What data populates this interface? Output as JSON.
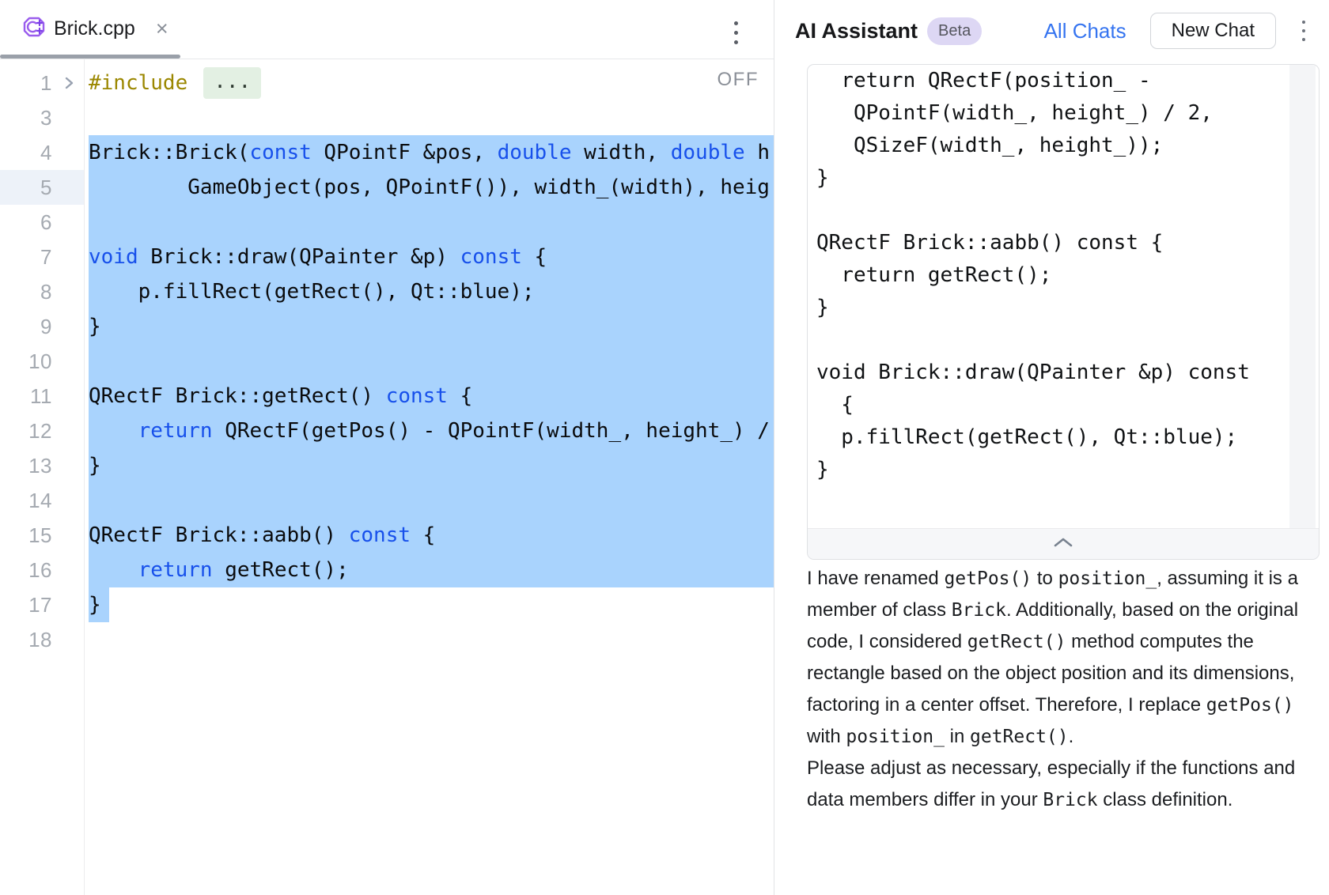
{
  "editor": {
    "tab": {
      "title": "Brick.cpp",
      "close_glyph": "×"
    },
    "off_label": "OFF",
    "lines": [
      {
        "n": "1",
        "fold": true,
        "fold_pill": "...",
        "segs": [
          {
            "t": "#include",
            "c": "dir"
          }
        ]
      },
      {
        "n": "3",
        "segs": []
      },
      {
        "n": "4",
        "segs": [
          {
            "t": "Brick::Brick(",
            "c": "d"
          },
          {
            "t": "const",
            "c": "k"
          },
          {
            "t": " QPointF &pos, ",
            "c": "d"
          },
          {
            "t": "double",
            "c": "k"
          },
          {
            "t": " width, ",
            "c": "d"
          },
          {
            "t": "double",
            "c": "k"
          },
          {
            "t": " h",
            "c": "d"
          }
        ]
      },
      {
        "n": "5",
        "segs": [
          {
            "t": "        GameObject(pos, QPointF()), width_(width), heig",
            "c": "d"
          }
        ]
      },
      {
        "n": "6",
        "segs": []
      },
      {
        "n": "7",
        "segs": [
          {
            "t": "void",
            "c": "k"
          },
          {
            "t": " Brick::draw(QPainter &p) ",
            "c": "d"
          },
          {
            "t": "const",
            "c": "k"
          },
          {
            "t": " {",
            "c": "d"
          }
        ]
      },
      {
        "n": "8",
        "segs": [
          {
            "t": "    p.fillRect(getRect(), Qt::blue);",
            "c": "d"
          }
        ]
      },
      {
        "n": "9",
        "segs": [
          {
            "t": "}",
            "c": "d"
          }
        ]
      },
      {
        "n": "10",
        "segs": []
      },
      {
        "n": "11",
        "segs": [
          {
            "t": "QRectF Brick::getRect() ",
            "c": "d"
          },
          {
            "t": "const",
            "c": "k"
          },
          {
            "t": " {",
            "c": "d"
          }
        ]
      },
      {
        "n": "12",
        "segs": [
          {
            "t": "    ",
            "c": "d"
          },
          {
            "t": "return",
            "c": "k"
          },
          {
            "t": " QRectF(getPos() - QPointF(width_, height_) /",
            "c": "d"
          }
        ]
      },
      {
        "n": "13",
        "segs": [
          {
            "t": "}",
            "c": "d"
          }
        ]
      },
      {
        "n": "14",
        "segs": []
      },
      {
        "n": "15",
        "segs": [
          {
            "t": "QRectF Brick::aabb() ",
            "c": "d"
          },
          {
            "t": "const",
            "c": "k"
          },
          {
            "t": " {",
            "c": "d"
          }
        ]
      },
      {
        "n": "16",
        "segs": [
          {
            "t": "    ",
            "c": "d"
          },
          {
            "t": "return",
            "c": "k"
          },
          {
            "t": " getRect();",
            "c": "d"
          }
        ]
      },
      {
        "n": "17",
        "segs": [
          {
            "t": "}",
            "c": "d"
          }
        ]
      },
      {
        "n": "18",
        "segs": []
      }
    ]
  },
  "assistant": {
    "title": "AI Assistant",
    "beta": "Beta",
    "all_chats": "All Chats",
    "new_chat": "New Chat",
    "code_block": {
      "lines": [
        "  return QRectF(position_ -",
        "   QPointF(width_, height_) / 2,",
        "   QSizeF(width_, height_));",
        "}",
        "",
        "QRectF Brick::aabb() const {",
        "  return getRect();",
        "}",
        "",
        "void Brick::draw(QPainter &p) const",
        "  {",
        "  p.fillRect(getRect(), Qt::blue);",
        "}"
      ]
    },
    "message": [
      {
        "parts": [
          {
            "t": "I have renamed ",
            "m": false
          },
          {
            "t": "getPos()",
            "m": true
          },
          {
            "t": " to ",
            "m": false
          },
          {
            "t": "position_",
            "m": true
          },
          {
            "t": ", assuming it is a member of class ",
            "m": false
          },
          {
            "t": "Brick",
            "m": true
          },
          {
            "t": ". Additionally, based on the original code, I considered ",
            "m": false
          },
          {
            "t": "getRect()",
            "m": true
          },
          {
            "t": " method computes the rectangle based on the object position and its dimensions, factoring in a center offset. Therefore, I replace ",
            "m": false
          },
          {
            "t": "getPos()",
            "m": true
          },
          {
            "t": " with ",
            "m": false
          },
          {
            "t": "position_",
            "m": true
          },
          {
            "t": " in ",
            "m": false
          },
          {
            "t": "getRect()",
            "m": true
          },
          {
            "t": ".",
            "m": false
          }
        ]
      },
      {
        "parts": [
          {
            "t": "Please adjust as necessary, especially if the functions and data members differ in your ",
            "m": false
          },
          {
            "t": "Brick",
            "m": true
          },
          {
            "t": " class definition.",
            "m": false
          }
        ]
      }
    ]
  },
  "colors": {
    "selection": "#a9d3fd",
    "keyword": "#1750eb",
    "directive": "#9b8700",
    "fold_pill_bg": "#e3f0e3",
    "accent_link": "#3574f0",
    "beta_badge_bg": "#ddd7f4",
    "tab_underline": "#9aa0a9"
  }
}
